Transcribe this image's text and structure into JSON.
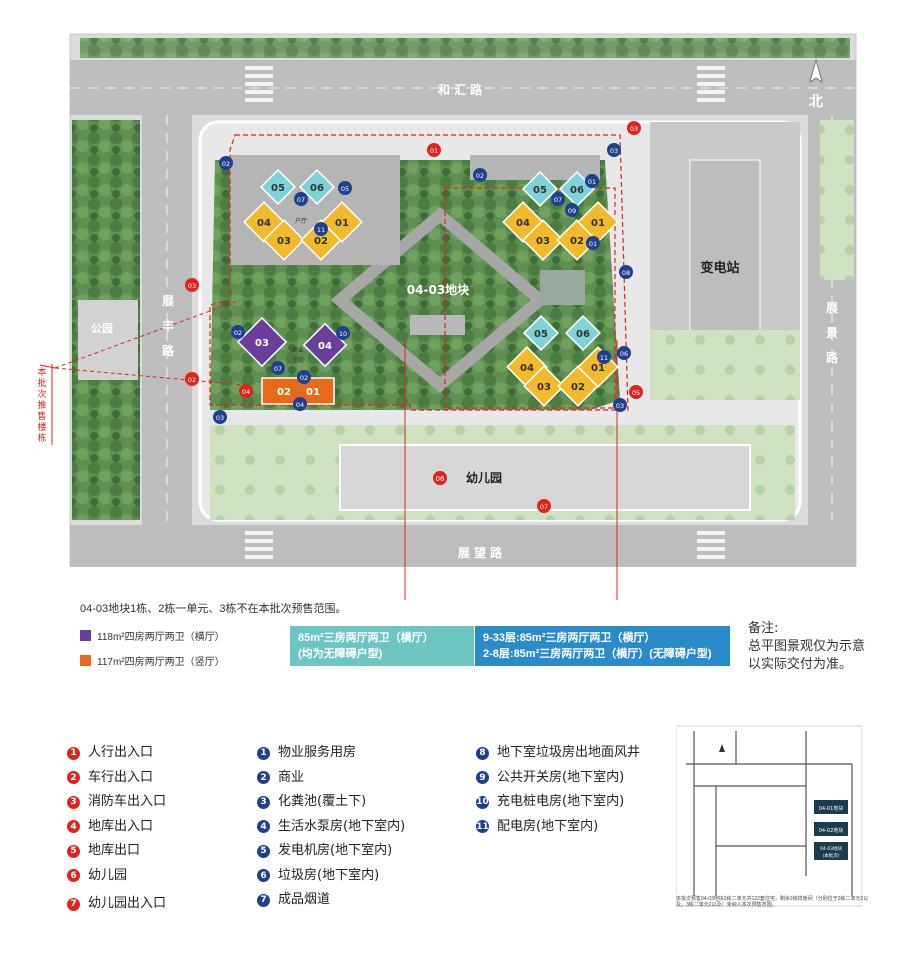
{
  "colors": {
    "red": "#e2231a",
    "blue": "#1f3f8f",
    "yellow": "#f1b92c",
    "cyan": "#7dd3d8",
    "purple": "#6a3f9c",
    "orange": "#e66a1a",
    "teal_box": "#6cc5c0",
    "blue_box": "#2a8bc9"
  },
  "map": {
    "roads": {
      "north": "和 汇 路",
      "south": "展 望 路",
      "west": [
        "展",
        "丰",
        "路"
      ],
      "east": [
        "展",
        "景",
        "路"
      ]
    },
    "north_arrow": "北",
    "park": "公园",
    "substation": "变电站",
    "plot": "04-03地块",
    "kindergarten": "幼儿园",
    "kindergarten_badge": "06",
    "side_label": [
      "本",
      "批",
      "次",
      "推",
      "售",
      "楼",
      "栋"
    ],
    "shop_label": "商业",
    "shop_label2": "三层",
    "hall_label": "户厅",
    "buildings_yellow": [
      "04",
      "03",
      "02",
      "01",
      "04",
      "03",
      "02",
      "01",
      "04",
      "03",
      "02",
      "01"
    ],
    "buildings_cyan": [
      "05",
      "06",
      "05",
      "06",
      "05",
      "06"
    ],
    "buildings_purple": [
      "03",
      "04"
    ],
    "buildings_orange": [
      "02",
      "01"
    ],
    "red_markers": [
      "01",
      "03",
      "03",
      "02",
      "04",
      "05",
      "07"
    ],
    "blue_markers": [
      "02",
      "02",
      "03",
      "02",
      "03",
      "07",
      "11",
      "05",
      "07",
      "09",
      "01",
      "01",
      "08",
      "06",
      "03",
      "02",
      "04",
      "10",
      "07",
      "11"
    ]
  },
  "note_line": "04-03地块1栋、2栋一单元、3栋不在本批次预售范围。",
  "legend": [
    {
      "text": "118m²四房两厅两卫（横厅）",
      "color": "#6a3f9c"
    },
    {
      "text": "117m²四房两厅两卫（竖厅）",
      "color": "#e66a1a"
    }
  ],
  "box_teal": {
    "line1": "85m²三房两厅两卫（横厅）",
    "line2": "(均为无障碍户型)"
  },
  "box_blue": {
    "line1_prefix": "9-33层:",
    "line1": "85m²三房两厅两卫（横厅）",
    "line2_prefix": "2-8层:",
    "line2": "85m²三房两厅两卫（横厅）",
    "line2_bold": "(无障碍户型)"
  },
  "remark": {
    "title": "备注:",
    "line1": "总平图景观仅为示意",
    "line2": "以实际交付为准。"
  },
  "list_red": [
    {
      "n": "1",
      "t": "人行出入口"
    },
    {
      "n": "2",
      "t": "车行出入口"
    },
    {
      "n": "3",
      "t": "消防车出入口"
    },
    {
      "n": "4",
      "t": "地库出入口"
    },
    {
      "n": "5",
      "t": "地库出口"
    },
    {
      "n": "6",
      "t": "幼儿园"
    },
    {
      "n": "7",
      "t": "幼儿园出入口"
    }
  ],
  "list_blue1": [
    {
      "n": "1",
      "t": "物业服务用房"
    },
    {
      "n": "2",
      "t": "商业"
    },
    {
      "n": "3",
      "t": "化粪池(覆土下)"
    },
    {
      "n": "4",
      "t": "生活水泵房(地下室内)"
    },
    {
      "n": "5",
      "t": "发电机房(地下室内)"
    },
    {
      "n": "6",
      "t": "垃圾房(地下室内)"
    },
    {
      "n": "7",
      "t": "成品烟道"
    }
  ],
  "list_blue2": [
    {
      "n": "8",
      "t": "地下室垃圾房出地面风井"
    },
    {
      "n": "9",
      "t": "公共开关房(地下室内)"
    },
    {
      "n": "10",
      "t": "充电桩电房(地下室内)"
    },
    {
      "n": "11",
      "t": "配电房(地下室内)"
    }
  ],
  "mini_map": {
    "l1": "04-01地块",
    "l2": "04-02地块",
    "l3": "04-03地块",
    "l3b": "(本批次)",
    "caption": "本批次预售04-03地块2栋二单元共122套住宅，剩余2栋样板间（分别位于2栋二单元2以及，3栋二单元2以及）未纳入本次预售范围。"
  }
}
